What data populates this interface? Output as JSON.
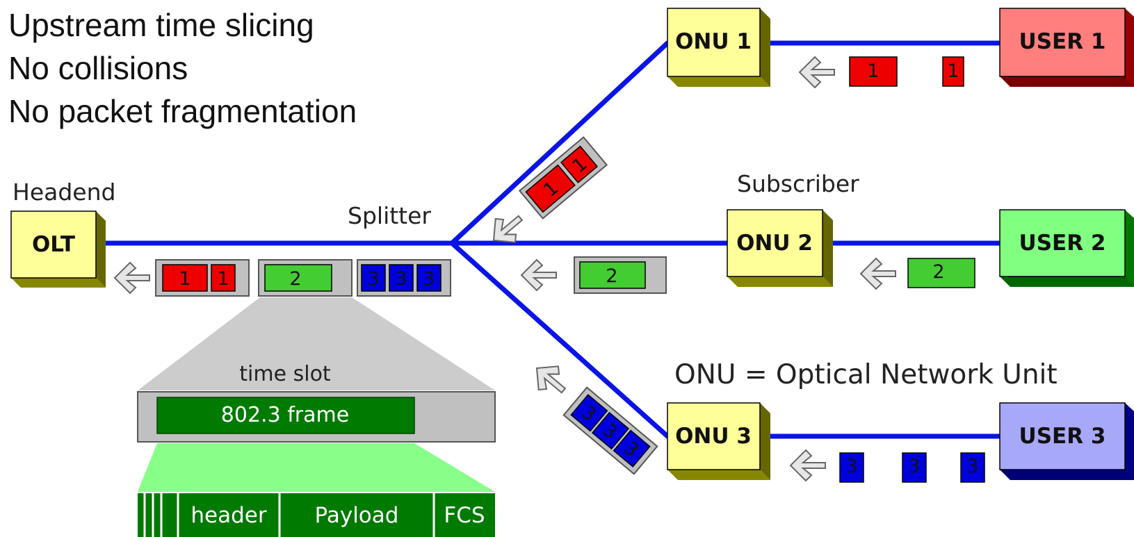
{
  "heading": {
    "lines": [
      "Upstream time slicing",
      "No collisions",
      "No packet fragmentation"
    ]
  },
  "labels": {
    "headend": "Headend",
    "splitter": "Splitter",
    "subscriber": "Subscriber",
    "onu_definition": "ONU = Optical Network Unit"
  },
  "nodes": {
    "olt": "OLT",
    "onu1": "ONU 1",
    "onu2": "ONU 2",
    "onu3": "ONU 3",
    "user1": "USER 1",
    "user2": "USER 2",
    "user3": "USER 3"
  },
  "packet_labels": {
    "p1": "1",
    "p2": "2",
    "p3": "3"
  },
  "frame_breakdown": {
    "time_slot": "time slot",
    "frame": "802.3 frame",
    "fields": [
      "header",
      "Payload",
      "FCS"
    ]
  },
  "colors": {
    "fiber": "#0a14e6",
    "onu_box": "#ffff99",
    "olt_box": "#ffff99",
    "user1": "#ff7f7f",
    "user2": "#80ff80",
    "user3": "#a8a8f8",
    "packet1": "#ee0000",
    "packet2": "#44cc33",
    "packet3": "#0000dd",
    "slot_grey": "#c0c0c0",
    "frame_green": "#007a00",
    "trapezoid_grey": "#cccccc",
    "trapezoid_green": "#88ff88"
  }
}
